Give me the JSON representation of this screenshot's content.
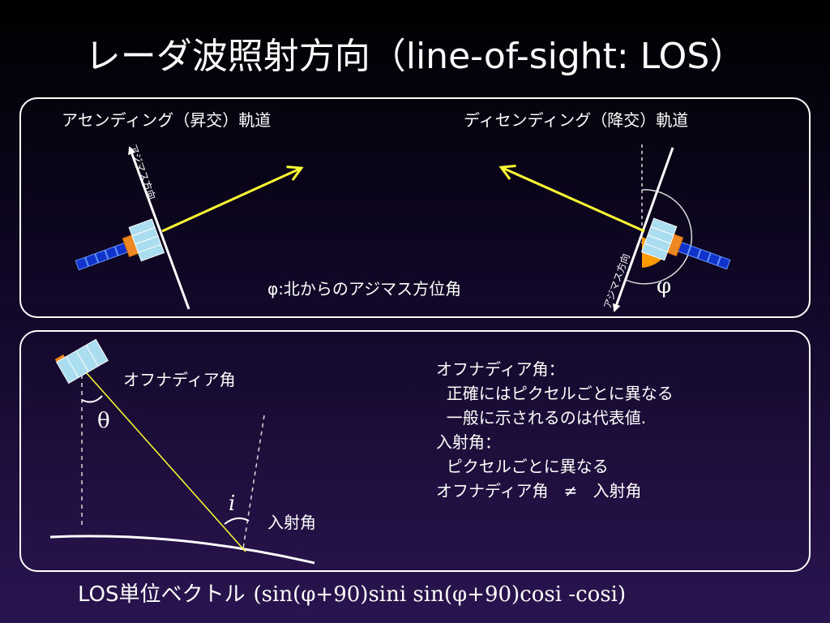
{
  "title": "レーダ波照射方向（line-of-sight: LOS）",
  "top_panel": {
    "ascending_label": "アセンディング（昇交）軌道",
    "descending_label": "ディセンディング（降交）軌道",
    "azimuth_label": "アジマス方向",
    "phi_caption": "φ:北からのアジマス方位角",
    "phi_symbol": "φ"
  },
  "bottom_panel": {
    "offnadir_label": "オフナディア角",
    "theta_symbol": "θ",
    "incidence_symbol": "i",
    "incidence_label": "入射角",
    "notes": [
      "オフナディア角：",
      "  正確にはピクセルごとに異なる",
      "  一般に示されるのは代表値.",
      "",
      "入射角：",
      "  ピクセルごとに異なる",
      "",
      "オフナディア角   ≠   入射角"
    ]
  },
  "footer": {
    "label": "LOS単位ベクトル",
    "formula": "(sin(φ+90)sini   sin(φ+90)cosi   -cosi)"
  },
  "colors": {
    "los_arrow": "#ffff33",
    "satellite_panel": "#aaddf0",
    "satellite_body": "#ee8822",
    "solar_array": "#1133cc",
    "angle_arc_fill": "#ff9900"
  }
}
